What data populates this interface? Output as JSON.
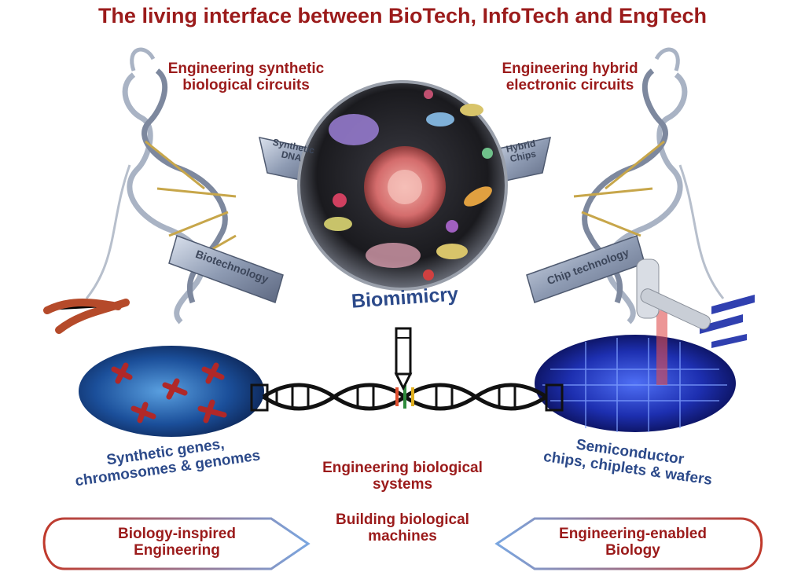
{
  "title": "The living interface between BioTech, InfoTech and EngTech",
  "labels": {
    "synthetic_circuits": [
      "Engineering synthetic",
      "biological circuits"
    ],
    "hybrid_circuits": [
      "Engineering hybrid",
      "electronic circuits"
    ],
    "biomimicry": "Biomimicry",
    "synthetic_genes": [
      "Synthetic genes,",
      "chromosomes & genomes"
    ],
    "biological_systems": [
      "Engineering biological",
      "systems"
    ],
    "semiconductor": [
      "Semiconductor",
      "chips, chiplets & wafers"
    ],
    "biological_machines": [
      "Building biological",
      "machines"
    ],
    "ribbon_synthetic_dna": [
      "Synthetic",
      "DNA"
    ],
    "ribbon_hybrid_chips": [
      "Hybrid",
      "Chips"
    ],
    "ribbon_biotechnology": "Biotechnology",
    "ribbon_chip_technology": "Chip technology"
  },
  "arrows": {
    "left": [
      "Biology-inspired",
      "Engineering"
    ],
    "right": [
      "Engineering-enabled",
      "Biology"
    ]
  },
  "colors": {
    "title": "#9b1b1b",
    "label_red": "#9b1b1b",
    "label_blue": "#2c4a8a",
    "ribbon": "#9aa7bd",
    "cell": "#1a1a1e",
    "nucleus": "#e58a8a"
  }
}
